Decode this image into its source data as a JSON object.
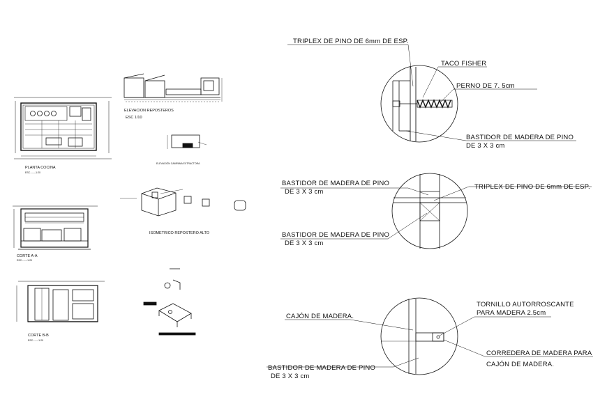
{
  "left_sheet": {
    "planta_cocina": {
      "title": "PLANTA COCINA",
      "scale": "ESC.------1:20"
    },
    "elevacion": {
      "title": "ELEVACION REPOSTEROS",
      "scale": "ESC 1/10"
    },
    "campana": {
      "title": "ELEVACIÓN CAMPANA EXTRACTORA"
    },
    "isometrico": {
      "title": "ISOMETRICO REPOSTERO ALTO"
    },
    "corte_aa": {
      "title": "CORTE A-A",
      "scale": "ESC.------1:20"
    },
    "corte_bb": {
      "title": "CORTE B-B",
      "scale": "ESC.------1:20"
    }
  },
  "detail_1": {
    "triplex": "TRIPLEX DE PINO DE 6mm DE ESP.",
    "taco": "TACO FISHER",
    "perno": "PERNO DE 7. 5cm",
    "bastidor_l1": "BASTIDOR DE MADERA DE PINO",
    "bastidor_l2": "DE 3 X 3 cm"
  },
  "detail_2": {
    "bastidor_top_l1": "BASTIDOR DE MADERA DE PINO",
    "bastidor_top_l2": "DE 3 X 3 cm",
    "triplex": "TRIPLEX DE PINO DE 6mm DE ESP.",
    "bastidor_bot_l1": "BASTIDOR DE MADERA DE PINO",
    "bastidor_bot_l2": "DE 3 X 3 cm"
  },
  "detail_3": {
    "cajon": "CAJÓN DE MADERA.",
    "tornillo_l1": "TORNILLO AUTORROSCANTE",
    "tornillo_l2": "PARA MADERA 2.5cm",
    "corredera_l1": "CORREDERA DE MADERA PARA",
    "corredera_l2": "CAJÓN DE MADERA.",
    "bastidor_l1": "BASTIDOR DE MADERA DE PINO",
    "bastidor_l2": "DE 3 X 3 cm"
  }
}
